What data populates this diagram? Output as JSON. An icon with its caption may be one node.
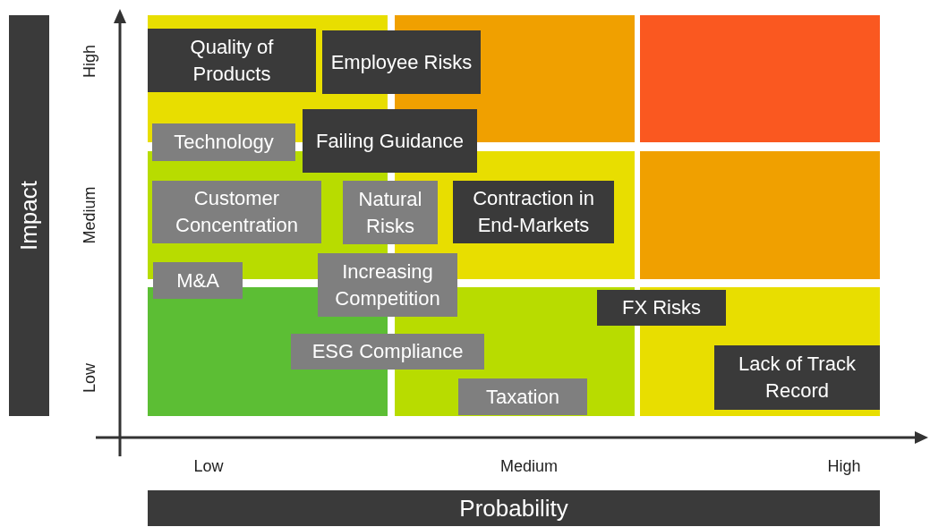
{
  "diagram": {
    "nodes": [
      {
        "text": [
          "Quality of Products"
        ]
      },
      {
        "text": [
          "Employee Risks"
        ]
      },
      {
        "text": [
          "Technology"
        ]
      },
      {
        "text": [
          "Failing Guidance"
        ]
      },
      {
        "text": [
          "Customer Concentration"
        ]
      },
      {
        "text": [
          "Natural Risks"
        ]
      },
      {
        "text": [
          "Contraction in End-Markets"
        ]
      },
      {
        "text": [
          "M&A"
        ]
      },
      {
        "text": [
          "Increasing Competition"
        ]
      },
      {
        "text": [
          "FX Risks"
        ]
      },
      {
        "text": [
          "ESG Compliance"
        ]
      },
      {
        "text": [
          "Lack of Track Record"
        ]
      },
      {
        "text": [
          "Taxation"
        ]
      },
      {
        "text": [
          "Impact"
        ]
      },
      {
        "text": [
          "Probability"
        ]
      }
    ],
    "edges": [],
    "labels": [
      "High",
      "Medium",
      "Low",
      "Low",
      "Medium",
      "High"
    ]
  }
}
